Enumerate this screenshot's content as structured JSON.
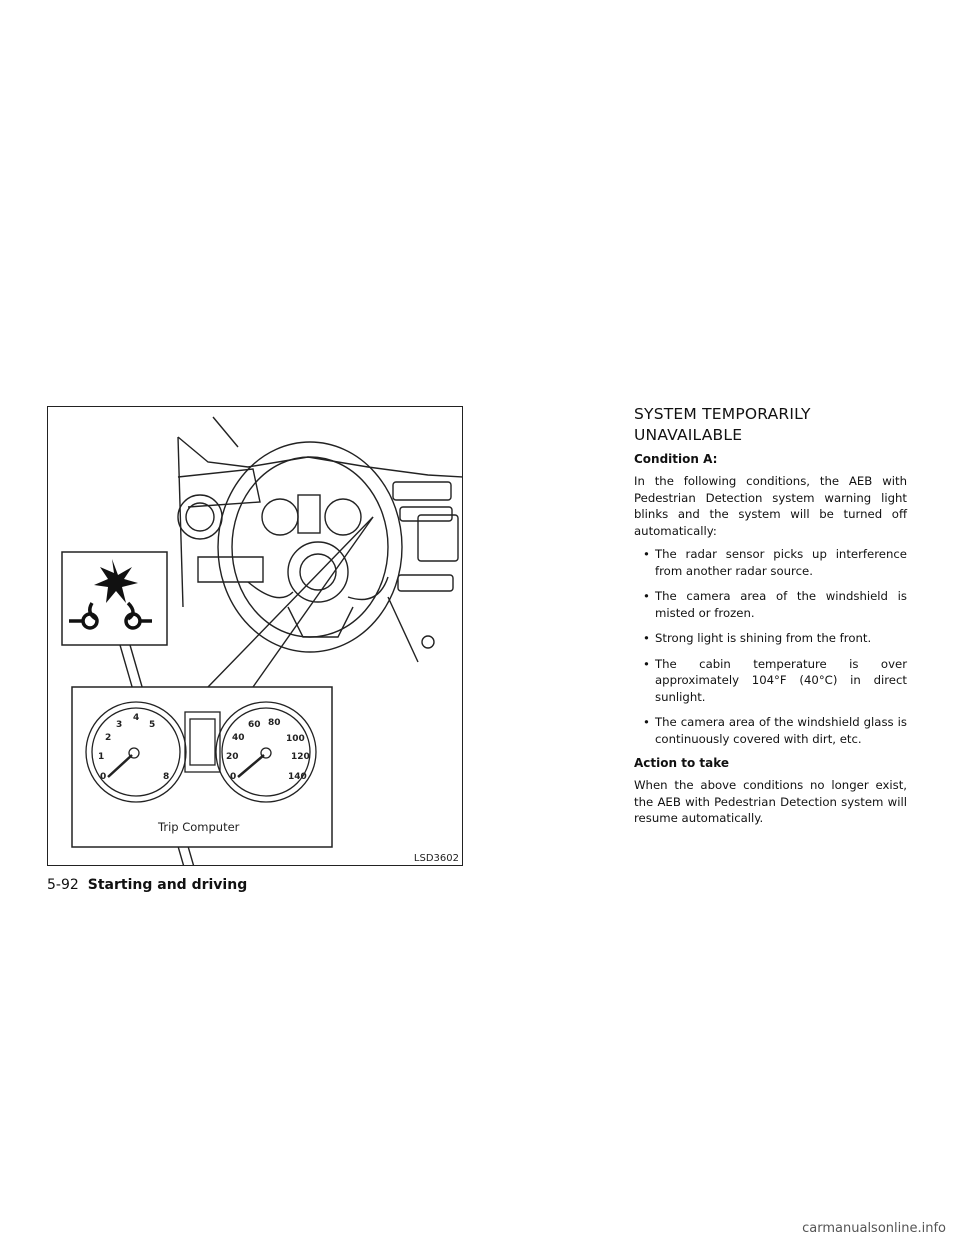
{
  "figure": {
    "trip_label": "Trip Computer",
    "code": "LSD3602",
    "gauge_left_ticks": [
      "0",
      "1",
      "2",
      "3",
      "4",
      "5",
      "8"
    ],
    "gauge_right_ticks": [
      "0",
      "20",
      "40",
      "60",
      "80",
      "100",
      "120",
      "140"
    ]
  },
  "section": {
    "heading": "SYSTEM TEMPORARILY UNAVAILABLE",
    "condition_label": "Condition A:",
    "intro": "In the following conditions, the AEB with Pedestrian Detection system warning light blinks and the system will be turned off automatically:",
    "bullets": [
      "The radar sensor picks up interference from another radar source.",
      "The camera area of the windshield is misted or frozen.",
      "Strong light is shining from the front.",
      "The cabin temperature is over approximately 104°F (40°C) in direct sunlight.",
      "The camera area of the windshield glass is continuously covered with dirt, etc."
    ],
    "action_label": "Action to take",
    "action_text": "When the above conditions no longer exist, the AEB with Pedestrian Detection system will resume automatically."
  },
  "footer": {
    "page": "5-92",
    "section": "Starting and driving"
  },
  "watermark": "carmanualsonline.info"
}
